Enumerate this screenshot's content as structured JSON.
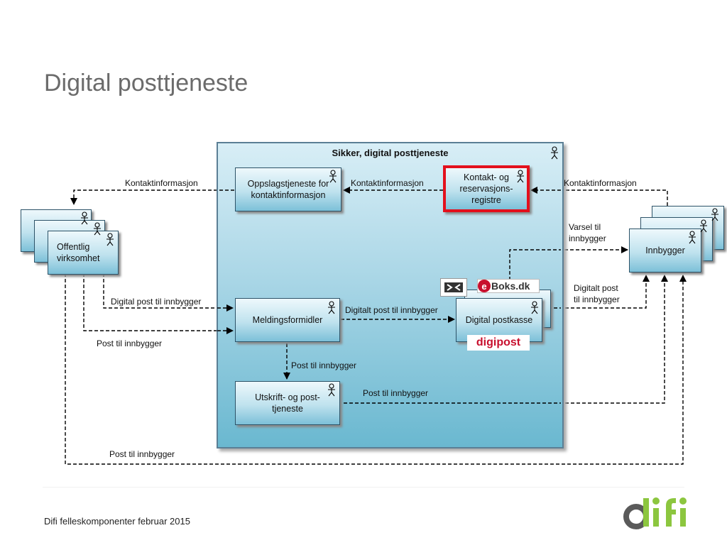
{
  "title": "Digital posttjeneste",
  "footer": "Difi felleskomponenter februar 2015",
  "container_title": "Sikker, digital posttjeneste",
  "nodes": {
    "oppslag": "Oppslagstjeneste for kontaktinformasjon",
    "krr": "Kontakt- og reservasjons- registre",
    "meldings": "Meldingsformidler",
    "postkasse": "Digital postkasse",
    "utskrift": "Utskrift- og post- tjeneste",
    "offentlig": "Offentlig virksomhet",
    "innbygger": "Innbygger"
  },
  "edges": {
    "kontakt_left": "Kontaktinformasjon",
    "kontakt_mid": "Kontaktinformasjon",
    "kontakt_right": "Kontaktinformasjon",
    "varsel_line1": "Varsel til",
    "varsel_line2": "innbygger",
    "digital_post": "Digital post til innbygger",
    "digitalt_post_mid": "Digitalt post til innbygger",
    "digitalt_post_right_1": "Digitalt post",
    "digitalt_post_right_2": "til innbygger",
    "post_left": "Post til innbygger",
    "post_down": "Post til innbygger",
    "post_utskrift": "Post til innbygger",
    "post_bottom": "Post til innbygger"
  },
  "logos": {
    "eboks": "Boks.dk",
    "eboks_e": "e",
    "digipost": "digipost"
  },
  "colors": {
    "highlight": "#e3101c",
    "difi_green": "#8cc63f"
  }
}
